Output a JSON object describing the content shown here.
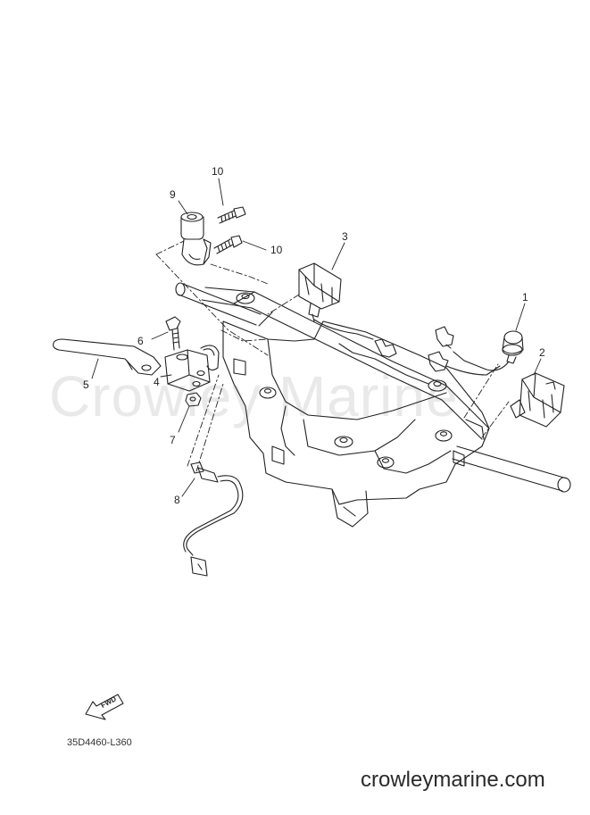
{
  "watermark": "Crowley Marine",
  "callouts": [
    {
      "id": "1",
      "text": "1"
    },
    {
      "id": "2",
      "text": "2"
    },
    {
      "id": "3",
      "text": "3"
    },
    {
      "id": "4",
      "text": "4"
    },
    {
      "id": "5",
      "text": "5"
    },
    {
      "id": "6",
      "text": "6"
    },
    {
      "id": "7",
      "text": "7"
    },
    {
      "id": "8",
      "text": "8"
    },
    {
      "id": "9",
      "text": "9"
    },
    {
      "id": "10a",
      "text": "10"
    },
    {
      "id": "10b",
      "text": "10"
    }
  ],
  "fwd_label": "FWD",
  "drawing_code": "35D4460-L360",
  "site": "crowleymarine.com",
  "colors": {
    "line": "#222222",
    "watermark": "#e9e9e9",
    "background": "#ffffff"
  }
}
